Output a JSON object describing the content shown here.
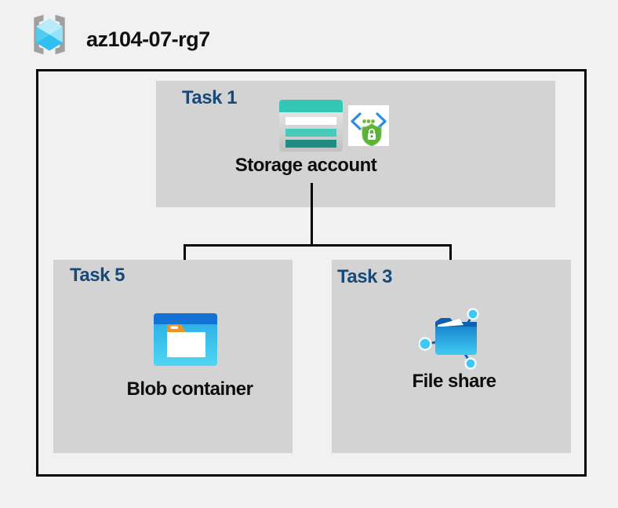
{
  "header": {
    "title": "az104-07-rg7",
    "icon": "resource-group-icon"
  },
  "diagram": {
    "nodes": [
      {
        "id": "storage-account",
        "task_label": "Task 1",
        "name": "Storage account",
        "icons": [
          "storage-account-icon",
          "sas-security-lock-icon"
        ]
      },
      {
        "id": "blob-container",
        "task_label": "Task 5",
        "name": "Blob container",
        "icons": [
          "blob-container-icon"
        ]
      },
      {
        "id": "file-share",
        "task_label": "Task 3",
        "name": "File share",
        "icons": [
          "file-share-icon"
        ]
      }
    ],
    "edges": [
      {
        "from": "storage-account",
        "to": "blob-container"
      },
      {
        "from": "storage-account",
        "to": "file-share"
      }
    ],
    "colors": {
      "page_bg": "#f1f1f1",
      "task_box_bg": "#d3d3d3",
      "outer_border": "#050505",
      "task_label_text": "#17497a",
      "node_label_text": "#0d0d0d",
      "storage_teal": "#35c6b5",
      "storage_teal_dark": "#1f8b81",
      "blob_blue": "#1273d4",
      "blob_cyan": "#50d5f3",
      "folder_orange": "#f0941e",
      "shield_green": "#5db33a",
      "chevron_blue": "#2b8de2",
      "share_cyan": "#3fc8f3"
    }
  }
}
